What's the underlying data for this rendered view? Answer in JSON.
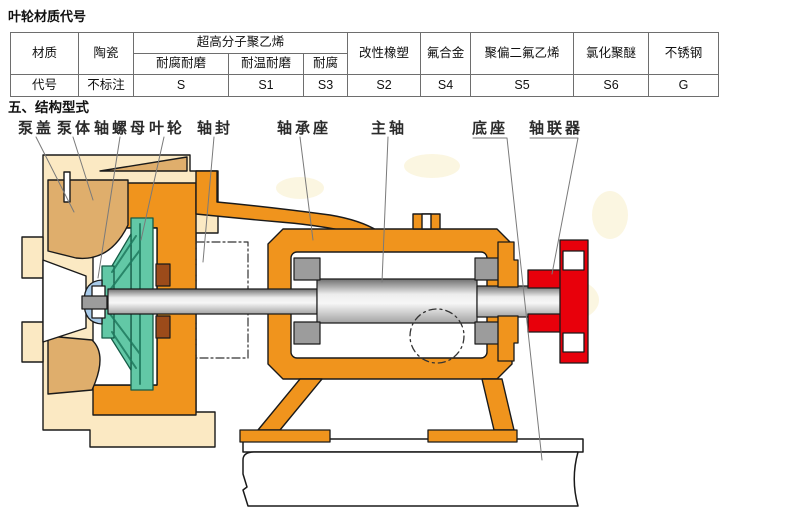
{
  "title": "叶轮材质代号",
  "section_heading": "五、结构型式",
  "material_table": {
    "header": {
      "material": "材质",
      "ceramic": "陶瓷",
      "uhmwpe": "超高分子聚乙烯",
      "uhmwpe_sub": [
        "耐腐耐磨",
        "耐温耐磨",
        "耐腐"
      ],
      "modified_rubber": "改性橡塑",
      "fluorine_alloy": "氟合金",
      "pvdf": "聚偏二氟乙烯",
      "chlorinated_polyether": "氯化聚醚",
      "stainless_steel": "不锈钢"
    },
    "code_row": {
      "label": "代号",
      "codes": [
        "不标注",
        "S",
        "S1",
        "S3",
        "S2",
        "S4",
        "S5",
        "S6",
        "G"
      ]
    }
  },
  "diagram": {
    "part_labels": [
      {
        "text": "泵盖"
      },
      {
        "text": "泵体"
      },
      {
        "text": "轴螺母"
      },
      {
        "text": "叶轮"
      },
      {
        "text": "轴封"
      },
      {
        "text": "轴承座"
      },
      {
        "text": "主轴"
      },
      {
        "text": "底座"
      },
      {
        "text": "轴联器"
      }
    ],
    "colors": {
      "casing_orange": "#F0941D",
      "cover_tan": "#DFAE6C",
      "casing_cream": "#FBE9C3",
      "impeller_teal": "#62C8A6",
      "nut_blue": "#A9CBEA",
      "bearing_gray": "#9C9C9C",
      "coupling_red": "#E8000B",
      "ring_brown": "#9C4B1A",
      "outline": "#1a1a1a"
    }
  }
}
